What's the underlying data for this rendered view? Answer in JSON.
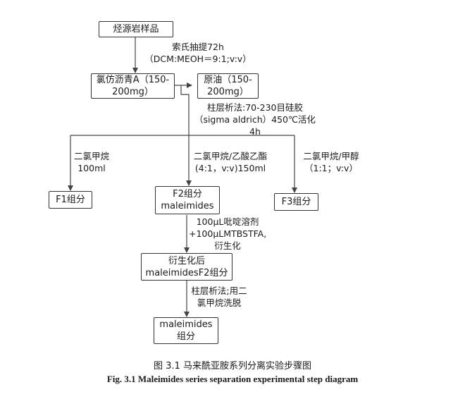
{
  "diagram": {
    "nodes": {
      "sample": [
        "烃源岩样品"
      ],
      "asphalt_a": [
        "氯仿沥青A（150-",
        "200mg）"
      ],
      "crude_oil": [
        "原油（150-",
        "200mg）"
      ],
      "f1": [
        "F1组分"
      ],
      "f2": [
        "F2组分",
        "maleimides"
      ],
      "f3": [
        "F3组分"
      ],
      "derivatized": [
        "衍生化后",
        "maleimidesF2组分"
      ],
      "final": [
        "maleimides",
        "组分"
      ]
    },
    "edge_labels": {
      "soxhlet": [
        "索氏抽提72h",
        "（DCM:MEOH＝9:1;v:v）"
      ],
      "column1": [
        "柱层析法:70-230目硅胶",
        "（sigma aldrich）450℃活化",
        "4h"
      ],
      "elute_f1": [
        "二氯甲烷",
        "100ml"
      ],
      "elute_f2": [
        "二氯甲烷/乙酸乙酯",
        "(4:1，v:v)150ml"
      ],
      "elute_f3": [
        "二氯甲烷/甲醇",
        "（1:1；v:v）"
      ],
      "derivatize": [
        "100μL吡啶溶剂",
        "+100μLMTBSTFA,",
        "衍生化"
      ],
      "column2": [
        "柱层析法;用二",
        "氯甲烷洗脱"
      ]
    }
  },
  "caption": {
    "zh": "图 3.1  马来酰亚胺系列分离实验步骤图",
    "en": "Fig. 3.1 Maleimides series separation experimental step diagram"
  }
}
